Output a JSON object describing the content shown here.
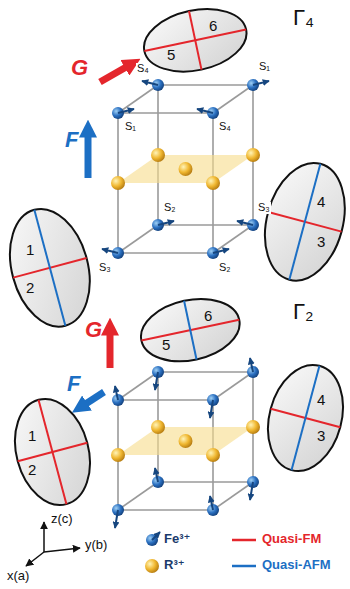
{
  "diagram": {
    "nodes": [
      {
        "text": [
          "5",
          "6"
        ]
      },
      {
        "text": [
          "3",
          "4"
        ]
      },
      {
        "text": [
          "1",
          "2"
        ]
      },
      {
        "text": [
          "5",
          "6"
        ]
      },
      {
        "text": [
          "3",
          "4"
        ]
      },
      {
        "text": [
          "1",
          "2"
        ]
      }
    ],
    "labels": [
      "Γ₄",
      "G",
      "F",
      "S₄",
      "S₁",
      "S₁",
      "S₄",
      "S₂",
      "S₃",
      "S₂",
      "S₃",
      "Γ₂",
      "G",
      "F",
      "z(c)",
      "y(b)",
      "x(a)"
    ],
    "legend": [
      {
        "text": "Fe³⁺"
      },
      {
        "text": "R³⁺"
      },
      {
        "text": "Quasi-FM"
      },
      {
        "text": "Quasi-AFM"
      }
    ]
  }
}
